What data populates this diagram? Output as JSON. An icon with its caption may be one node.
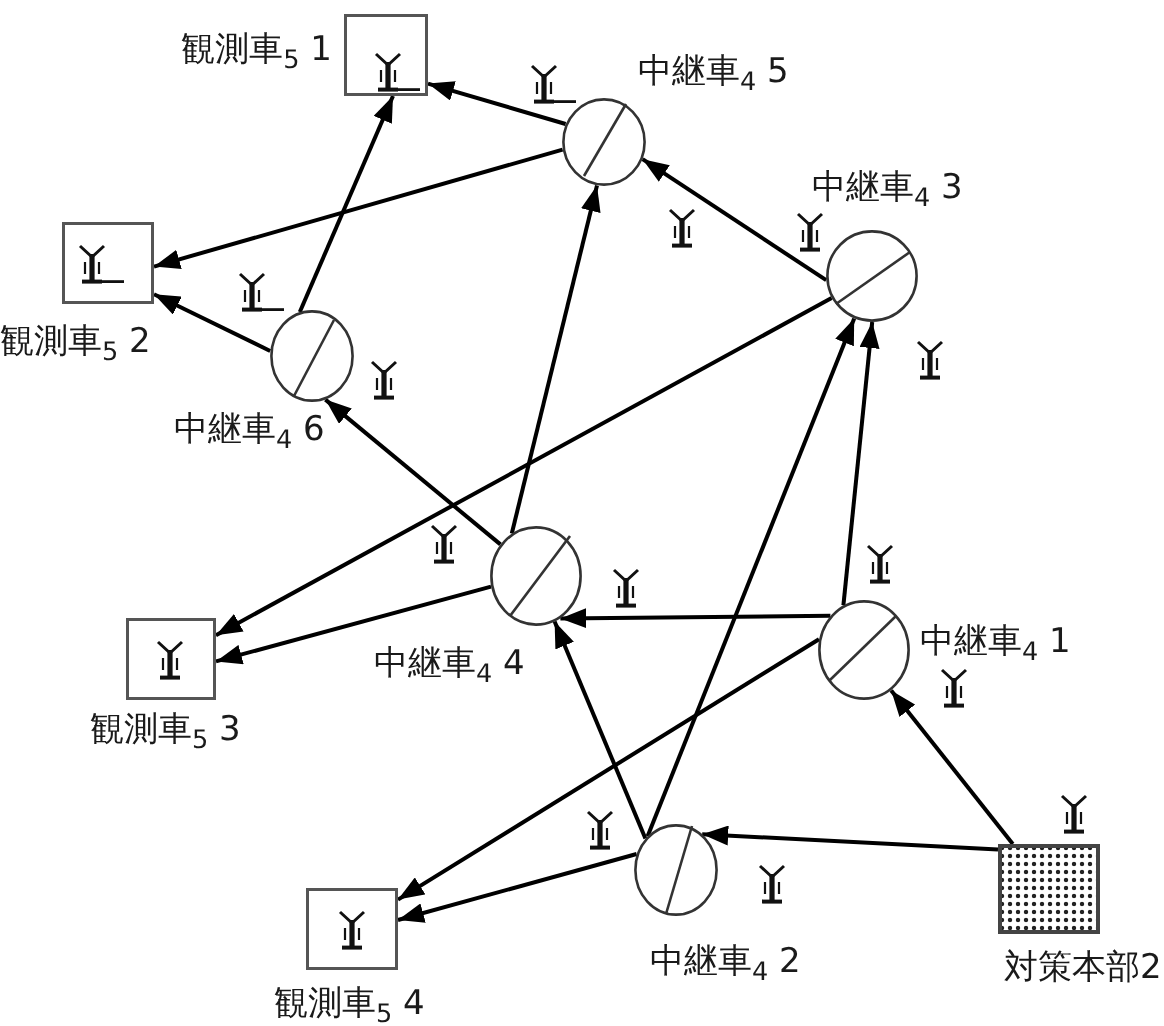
{
  "diagram": {
    "nodes": [
      {
        "text": [
          "観測車$_{5}$ 1"
        ]
      },
      {
        "text": [
          "中継車$_{4}$ 5"
        ]
      },
      {
        "text": [
          "中継車$_{4}$ 3"
        ]
      },
      {
        "text": [
          "観測車$_{5}$ 2"
        ]
      },
      {
        "text": [
          "中継車$_{4}$ 6"
        ]
      },
      {
        "text": [
          "中継車$_{4}$ 4"
        ]
      },
      {
        "text": [
          "中継車$_{4}$ 1"
        ]
      },
      {
        "text": [
          "観測車$_{5}$ 3"
        ]
      },
      {
        "text": [
          "中継車$_{4}$ 2"
        ]
      },
      {
        "text": [
          "観測車$_{5}$ 4"
        ]
      },
      {
        "text": [
          "対策本部2"
        ]
      }
    ],
    "edges": [
      {
        "from": 1,
        "to": 0,
        "arrow": "to"
      },
      {
        "from": 4,
        "to": 0,
        "arrow": "to"
      },
      {
        "from": 1,
        "to": 3,
        "arrow": "to"
      },
      {
        "from": 4,
        "to": 3,
        "arrow": "to"
      },
      {
        "from": 2,
        "to": 1,
        "arrow": "to"
      },
      {
        "from": 2,
        "to": 7,
        "arrow": "to"
      },
      {
        "from": 5,
        "to": 1,
        "arrow": "to"
      },
      {
        "from": 5,
        "to": 4,
        "arrow": "to"
      },
      {
        "from": 5,
        "to": 7,
        "arrow": "to"
      },
      {
        "from": 6,
        "to": 2,
        "arrow": "to"
      },
      {
        "from": 8,
        "to": 2,
        "arrow": "to"
      },
      {
        "from": 6,
        "to": 5,
        "arrow": "to"
      },
      {
        "from": 6,
        "to": 9,
        "arrow": "to"
      },
      {
        "from": 8,
        "to": 5,
        "arrow": "to"
      },
      {
        "from": 8,
        "to": 9,
        "arrow": "to"
      },
      {
        "from": 10,
        "to": 6,
        "arrow": "to"
      },
      {
        "from": 10,
        "to": 8,
        "arrow": "to"
      }
    ]
  }
}
